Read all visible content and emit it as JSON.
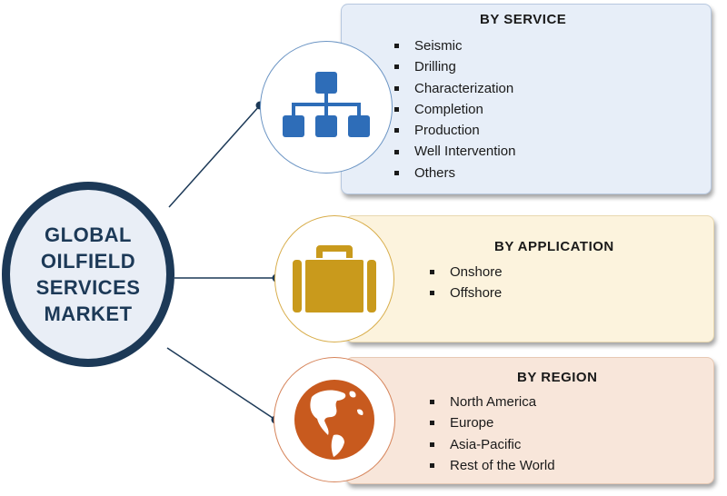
{
  "hub": {
    "title": "GLOBAL OILFIELD SERVICES MARKET"
  },
  "segments": [
    {
      "heading": "BY SERVICE",
      "icon": "hierarchy-icon",
      "color": "#2e6db8",
      "items": [
        "Seismic",
        "Drilling",
        "Characterization",
        "Completion",
        "Production",
        "Well Intervention",
        "Others"
      ]
    },
    {
      "heading": "BY APPLICATION",
      "icon": "briefcase-icon",
      "color": "#c99a1c",
      "items": [
        "Onshore",
        "Offshore"
      ]
    },
    {
      "heading": "BY REGION",
      "icon": "globe-icon",
      "color": "#c85a1e",
      "items": [
        "North America",
        "Europe",
        "Asia-Pacific",
        "Rest of the World"
      ]
    }
  ],
  "colors": {
    "hub_border": "#1c3957",
    "hub_fill": "#e9eef6",
    "connector": "#1c3957",
    "service_panel": "#e7eef8",
    "application_panel": "#fcf3dd",
    "region_panel": "#f8e6da"
  }
}
